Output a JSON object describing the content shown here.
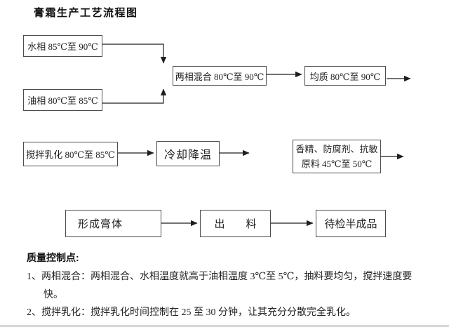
{
  "title": "膏霜生产工艺流程图",
  "boxes": {
    "water": "水相 85℃至 90℃",
    "oil": "油相 80℃至 85℃",
    "mix": "两相混合 80℃至 90℃",
    "homogenize": "均质 80℃至 90℃",
    "emulsify": "搅拌乳化 80℃至 85℃",
    "cool": "冷却降温",
    "additives_line1": "香精、防腐剂、抗敏",
    "additives_line2": "原料 45℃至 50℃",
    "paste": "形成膏体",
    "discharge": "出　　料",
    "semi_finished": "待检半成品"
  },
  "notes": {
    "heading": "质量控制点:",
    "item1_line1": "1、两相混合：两相混合、水相温度就高于油相温度 3℃至 5℃，抽料要均匀，搅拌速度要",
    "item1_line2": "快。",
    "item2": "2、搅拌乳化：搅拌乳化时间控制在 25 至 30 分钟，让其充分分散完全乳化。"
  },
  "colors": {
    "background": "#ffffff",
    "text": "#1a1a1a",
    "box_border": "#4d4d4d",
    "arrow": "#1f1f1f"
  }
}
